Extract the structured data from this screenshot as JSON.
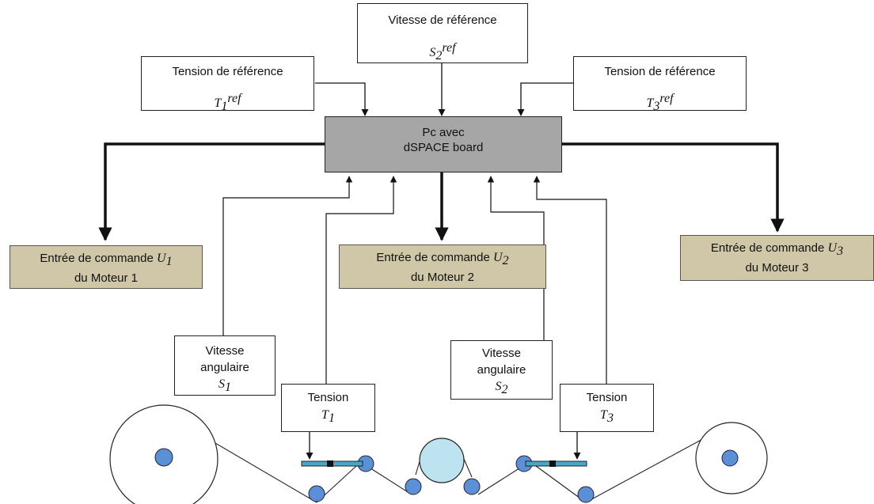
{
  "ref_boxes": {
    "s2": {
      "label": "Vitesse de référence",
      "sym": "S",
      "sub": "2",
      "sup": "ref"
    },
    "t1": {
      "label": "Tension de référence",
      "sym": "T",
      "sub": "1",
      "sup": "ref"
    },
    "t3": {
      "label": "Tension de référence",
      "sym": "T",
      "sub": "3",
      "sup": "ref"
    }
  },
  "pc": {
    "line1": "Pc avec",
    "line2": "dSPACE board"
  },
  "commands": {
    "m1": {
      "line1": "Entrée de commande",
      "sym": "U",
      "sub": "1",
      "line2": "du Moteur 1"
    },
    "m2": {
      "line1": "Entrée de commande",
      "sym": "U",
      "sub": "2",
      "line2": "du Moteur 2"
    },
    "m3": {
      "line1": "Entrée de commande",
      "sym": "U",
      "sub": "3",
      "line2": "du Moteur 3"
    }
  },
  "sensors": {
    "s1": {
      "line1": "Vitesse",
      "line2": "angulaire",
      "sym": "S",
      "sub": "1"
    },
    "t1": {
      "line1": "Tension",
      "sym": "T",
      "sub": "1"
    },
    "s2": {
      "line1": "Vitesse",
      "line2": "angulaire",
      "sym": "S",
      "sub": "2"
    },
    "t3": {
      "line1": "Tension",
      "sym": "T",
      "sub": "3"
    }
  },
  "colors": {
    "pc_fill": "#a6a6a6",
    "command_fill": "#d0c7a8",
    "roller_fill": "#5b8fd6",
    "drum_fill": "#bde3f0",
    "sensor_bar": "#4aa6c8"
  }
}
